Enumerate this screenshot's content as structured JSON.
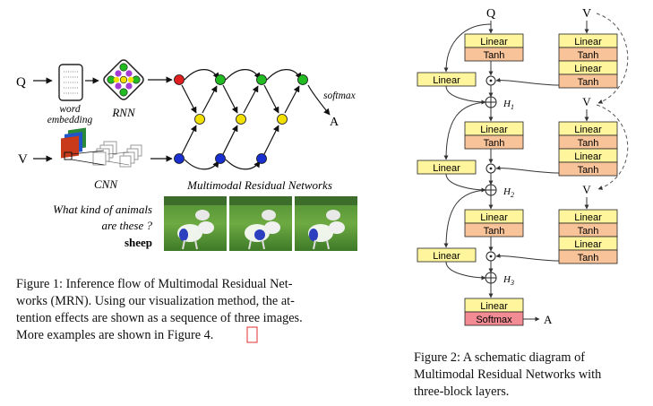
{
  "figure1": {
    "q_label": "Q",
    "v_label": "V",
    "embed_label_1": "word",
    "embed_label_2": "embedding",
    "rnn_label": "RNN",
    "cnn_label": "CNN",
    "softmax_label": "softmax",
    "a_label": "A",
    "mrn_label": "Multimodal Residual Networks",
    "question_1": "What kind of animals",
    "question_2": "are these ?",
    "answer": "sheep",
    "caption_lines": [
      "Figure 1: Inference flow of Multimodal Residual Net-",
      "works (MRN). Using our visualization method, the at-",
      "tention effects are shown as a sequence of three images."
    ],
    "caption_last_prefix": "More examples are shown in Figure ",
    "caption_ref": "4",
    "caption_last_suffix": "."
  },
  "figure2": {
    "q_label": "Q",
    "v_label": "V",
    "linear_label": "Linear",
    "tanh_label": "Tanh",
    "softmax_label": "Softmax",
    "a_label": "A",
    "h1_label": "H1",
    "h2_label": "H2",
    "h3_label": "H3",
    "caption_lines": [
      "Figure 2: A schematic diagram of",
      "Multimodal Residual Networks with",
      "three-block layers."
    ]
  },
  "colors": {
    "linear_fill": "#fff59d",
    "tanh_fill": "#f9c39a",
    "softmax_fill": "#f28b93",
    "node_red": "#e02020",
    "node_green": "#22bb22",
    "node_yellow": "#f2e000",
    "node_blue": "#1a2fd0",
    "node_purple": "#a53ad6",
    "reference_box": "#e03030"
  }
}
